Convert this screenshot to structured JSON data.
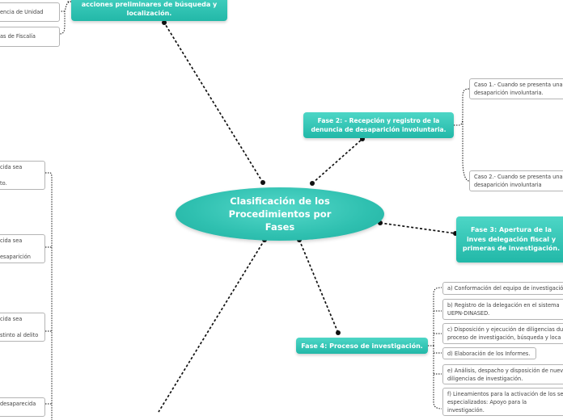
{
  "central": "Clasificación de los Procedimientos por Fases",
  "phase1": {
    "title": "acciones preliminares de búsqueda y localización."
  },
  "phase1_leaves": [
    "encia de Unidad",
    "as de Fiscalía"
  ],
  "phase2": {
    "title": "Fase 2: - Recepción y registro de la denuncia de desaparición involuntaria."
  },
  "phase2_leaves": [
    [
      "Caso 1.- Cuando se presenta una",
      "desaparición involuntaria."
    ],
    [
      "Caso 2.- Cuando se presenta una",
      "desaparición involuntaria"
    ]
  ],
  "phase3": {
    "title": "Fase 3: Apertura de la inves delegación fiscal y primeras de investigación."
  },
  "phase4": {
    "title": "Fase 4:  Proceso de investigación."
  },
  "phase4_leaves": [
    [
      "a) Conformación del equipo de investigació"
    ],
    [
      "b) Registro de la delegación en el sistema",
      "UEPN-DINASED."
    ],
    [
      "c) Disposición y ejecución de diligencias du",
      "proceso de investigación, búsqueda y loca"
    ],
    [
      "d) Elaboración de los Informes."
    ],
    [
      "e) Análisis, despacho y disposición de nuev",
      "diligencias de investigación."
    ],
    [
      "f) Lineamientos para la activación de los se",
      "especializados: Apoyo para la",
      "investigación."
    ]
  ],
  "left_leaves": [
    [
      "cida sea",
      "",
      "to."
    ],
    [
      "cida sea",
      "",
      "esaparición"
    ],
    [
      "cida sea",
      "",
      "stinto al delito"
    ],
    [
      "desaparecida"
    ]
  ]
}
